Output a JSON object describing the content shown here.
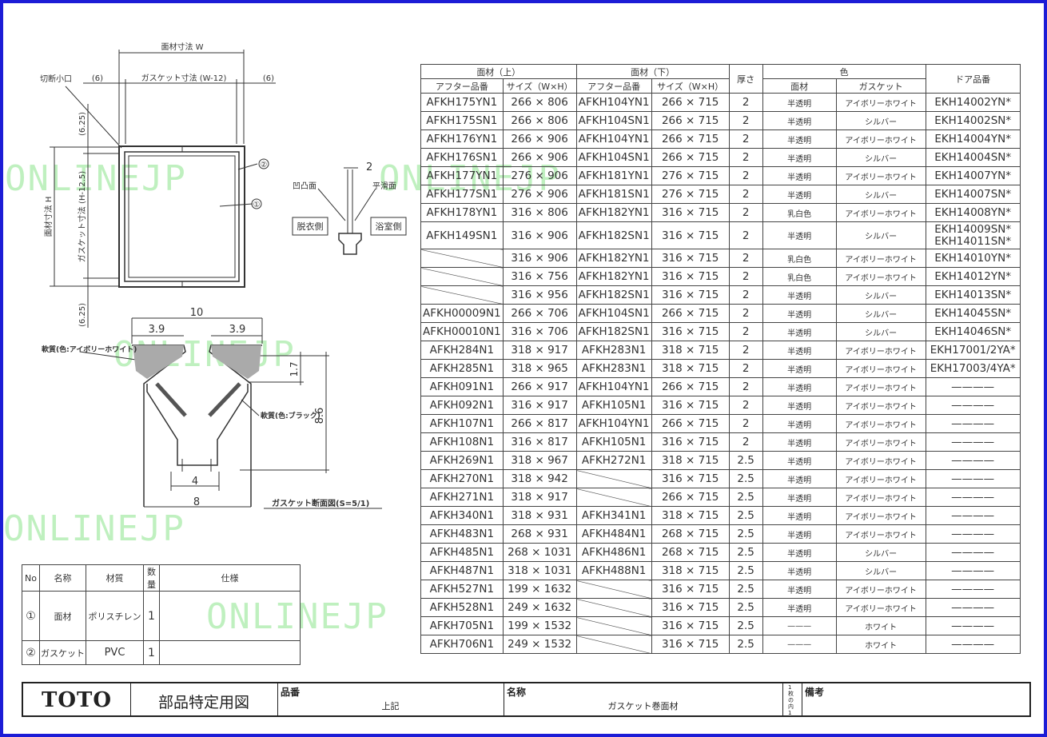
{
  "watermark": "ONLINEJP",
  "drawing": {
    "dims": {
      "w": "面材寸法 W",
      "gasket_w": "ガスケット寸法 (W-12)",
      "six_left": "(6)",
      "six_right": "(6)",
      "cut": "切断小口",
      "h": "面材寸法 H",
      "gasket_h": "ガスケット寸法 (H-12.5)",
      "top625": "(6.25)",
      "bot625": "(6.25)",
      "c1": "①",
      "c2": "②"
    },
    "section": {
      "two": "2",
      "uneven": "凹凸面",
      "smooth": "平滑面",
      "dressing": "脱衣側",
      "bath": "浴室側"
    },
    "gasket": {
      "ten": "10",
      "a39": "3.9",
      "b39": "3.9",
      "h17": "1.7",
      "h86": "8.6",
      "four": "4",
      "eight": "8",
      "ivory": "軟質(色:アイボリーホワイト)",
      "black": "軟質(色:ブラック)",
      "caption": "ガスケット断面図(S=5/1)"
    }
  },
  "table": {
    "h_upper": "面材（上）",
    "h_lower": "面材（下）",
    "h_thick": "厚さ",
    "h_color": "色",
    "h_door": "ドア品番",
    "h_after1": "アフター品番",
    "h_size1": "サイズ（W×H）",
    "h_after2": "アフター品番",
    "h_size2": "サイズ（W×H）",
    "h_panel": "面材",
    "h_gasket": "ガスケット",
    "rows": [
      {
        "u": "AFKH175YN1",
        "us": "266 × 806",
        "l": "AFKH104YN1",
        "ls": "266 × 715",
        "t": "2",
        "c": "半透明",
        "g": "アイボリーホワイト",
        "d": "EKH14002YN*"
      },
      {
        "u": "AFKH175SN1",
        "us": "266 × 806",
        "l": "AFKH104SN1",
        "ls": "266 × 715",
        "t": "2",
        "c": "半透明",
        "g": "シルバー",
        "d": "EKH14002SN*"
      },
      {
        "u": "AFKH176YN1",
        "us": "266 × 906",
        "l": "AFKH104YN1",
        "ls": "266 × 715",
        "t": "2",
        "c": "半透明",
        "g": "アイボリーホワイト",
        "d": "EKH14004YN*"
      },
      {
        "u": "AFKH176SN1",
        "us": "266 × 906",
        "l": "AFKH104SN1",
        "ls": "266 × 715",
        "t": "2",
        "c": "半透明",
        "g": "シルバー",
        "d": "EKH14004SN*"
      },
      {
        "u": "AFKH177YN1",
        "us": "276 × 906",
        "l": "AFKH181YN1",
        "ls": "276 × 715",
        "t": "2",
        "c": "半透明",
        "g": "アイボリーホワイト",
        "d": "EKH14007YN*"
      },
      {
        "u": "AFKH177SN1",
        "us": "276 × 906",
        "l": "AFKH181SN1",
        "ls": "276 × 715",
        "t": "2",
        "c": "半透明",
        "g": "シルバー",
        "d": "EKH14007SN*"
      },
      {
        "u": "AFKH178YN1",
        "us": "316 × 806",
        "l": "AFKH182YN1",
        "ls": "316 × 715",
        "t": "2",
        "c": "乳白色",
        "g": "アイボリーホワイト",
        "d": "EKH14008YN*"
      },
      {
        "u": "AFKH149SN1",
        "us": "316 × 906",
        "l": "AFKH182SN1",
        "ls": "316 × 715",
        "t": "2",
        "c": "半透明",
        "g": "シルバー",
        "d": "EKH14009SN*",
        "d2": "EKH14011SN*"
      },
      {
        "u": "",
        "us": "316 × 906",
        "l": "AFKH182YN1",
        "ls": "316 × 715",
        "t": "2",
        "c": "乳白色",
        "g": "アイボリーホワイト",
        "d": "EKH14010YN*"
      },
      {
        "u": "",
        "us": "316 × 756",
        "l": "AFKH182YN1",
        "ls": "316 × 715",
        "t": "2",
        "c": "乳白色",
        "g": "アイボリーホワイト",
        "d": "EKH14012YN*"
      },
      {
        "u": "",
        "us": "316 × 956",
        "l": "AFKH182SN1",
        "ls": "316 × 715",
        "t": "2",
        "c": "半透明",
        "g": "シルバー",
        "d": "EKH14013SN*"
      },
      {
        "u": "AFKH00009N1",
        "us": "266 × 706",
        "l": "AFKH104SN1",
        "ls": "266 × 715",
        "t": "2",
        "c": "半透明",
        "g": "シルバー",
        "d": "EKH14045SN*"
      },
      {
        "u": "AFKH00010N1",
        "us": "316 × 706",
        "l": "AFKH182SN1",
        "ls": "316 × 715",
        "t": "2",
        "c": "半透明",
        "g": "シルバー",
        "d": "EKH14046SN*"
      },
      {
        "u": "AFKH284N1",
        "us": "318 × 917",
        "l": "AFKH283N1",
        "ls": "318 × 715",
        "t": "2",
        "c": "半透明",
        "g": "アイボリーホワイト",
        "d": "EKH17001/2YA*"
      },
      {
        "u": "AFKH285N1",
        "us": "318 × 965",
        "l": "AFKH283N1",
        "ls": "318 × 715",
        "t": "2",
        "c": "半透明",
        "g": "アイボリーホワイト",
        "d": "EKH17003/4YA*"
      },
      {
        "u": "AFKH091N1",
        "us": "266 × 917",
        "l": "AFKH104YN1",
        "ls": "266 × 715",
        "t": "2",
        "c": "半透明",
        "g": "アイボリーホワイト",
        "d": "————"
      },
      {
        "u": "AFKH092N1",
        "us": "316 × 917",
        "l": "AFKH105N1",
        "ls": "316 × 715",
        "t": "2",
        "c": "半透明",
        "g": "アイボリーホワイト",
        "d": "————"
      },
      {
        "u": "AFKH107N1",
        "us": "266 × 817",
        "l": "AFKH104YN1",
        "ls": "266 × 715",
        "t": "2",
        "c": "半透明",
        "g": "アイボリーホワイト",
        "d": "————"
      },
      {
        "u": "AFKH108N1",
        "us": "316 × 817",
        "l": "AFKH105N1",
        "ls": "316 × 715",
        "t": "2",
        "c": "半透明",
        "g": "アイボリーホワイト",
        "d": "————"
      },
      {
        "u": "AFKH269N1",
        "us": "318 × 967",
        "l": "AFKH272N1",
        "ls": "318 × 715",
        "t": "2.5",
        "c": "半透明",
        "g": "アイボリーホワイト",
        "d": "————"
      },
      {
        "u": "AFKH270N1",
        "us": "318 × 942",
        "l": "",
        "ls": "316 × 715",
        "t": "2.5",
        "c": "半透明",
        "g": "アイボリーホワイト",
        "d": "————"
      },
      {
        "u": "AFKH271N1",
        "us": "318 × 917",
        "l": "",
        "ls": "266 × 715",
        "t": "2.5",
        "c": "半透明",
        "g": "アイボリーホワイト",
        "d": "————"
      },
      {
        "u": "AFKH340N1",
        "us": "318 × 931",
        "l": "AFKH341N1",
        "ls": "318 × 715",
        "t": "2.5",
        "c": "半透明",
        "g": "アイボリーホワイト",
        "d": "————"
      },
      {
        "u": "AFKH483N1",
        "us": "268 × 931",
        "l": "AFKH484N1",
        "ls": "268 × 715",
        "t": "2.5",
        "c": "半透明",
        "g": "アイボリーホワイト",
        "d": "————"
      },
      {
        "u": "AFKH485N1",
        "us": "268 × 1031",
        "l": "AFKH486N1",
        "ls": "268 × 715",
        "t": "2.5",
        "c": "半透明",
        "g": "シルバー",
        "d": "————"
      },
      {
        "u": "AFKH487N1",
        "us": "318 × 1031",
        "l": "AFKH488N1",
        "ls": "318 × 715",
        "t": "2.5",
        "c": "半透明",
        "g": "シルバー",
        "d": "————"
      },
      {
        "u": "AFKH527N1",
        "us": "199 × 1632",
        "l": "",
        "ls": "316 × 715",
        "t": "2.5",
        "c": "半透明",
        "g": "アイボリーホワイト",
        "d": "————"
      },
      {
        "u": "AFKH528N1",
        "us": "249 × 1632",
        "l": "",
        "ls": "316 × 715",
        "t": "2.5",
        "c": "半透明",
        "g": "アイボリーホワイト",
        "d": "————"
      },
      {
        "u": "AFKH705N1",
        "us": "199 × 1532",
        "l": "",
        "ls": "316 × 715",
        "t": "2.5",
        "c": "———",
        "g": "ホワイト",
        "d": "————"
      },
      {
        "u": "AFKH706N1",
        "us": "249 × 1532",
        "l": "",
        "ls": "316 × 715",
        "t": "2.5",
        "c": "———",
        "g": "ホワイト",
        "d": "————"
      }
    ]
  },
  "spec": {
    "no": "No",
    "name": "名称",
    "material": "材質",
    "qty": "数量",
    "spec": "仕様",
    "r1_no": "①",
    "r1_name": "面材",
    "r1_mat": "ポリスチレン",
    "r1_qty": "1",
    "r2_no": "②",
    "r2_name": "ガスケット",
    "r2_mat": "PVC",
    "r2_qty": "1"
  },
  "titleblock": {
    "logo": "TOTO",
    "doc_title": "部品特定用図",
    "part_no_label": "品番",
    "part_no_value": "上記",
    "name_label": "名称",
    "name_value": "ガスケット巻面材",
    "sheet": "1枚の内1",
    "remarks_label": "備考"
  }
}
